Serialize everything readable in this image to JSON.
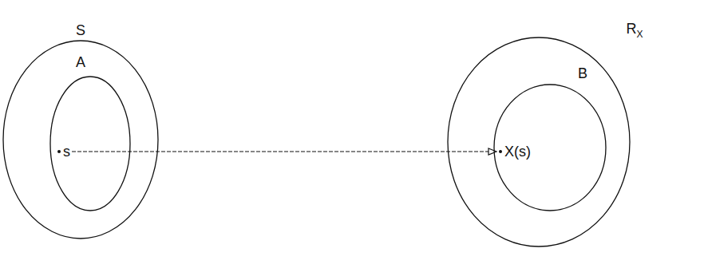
{
  "diagram": {
    "nodes": [
      {
        "text": [
          "S"
        ]
      },
      {
        "text": [
          "A"
        ],
        "in": 0
      },
      {
        "text": [
          "s"
        ],
        "in": 1
      },
      {
        "text": [
          "RX"
        ]
      },
      {
        "text": [
          "B"
        ],
        "in": 3
      },
      {
        "text": [
          "X(s)"
        ],
        "in": 4
      }
    ],
    "edges": [
      {
        "from": 2,
        "to": 5,
        "arrow": "to"
      }
    ]
  }
}
